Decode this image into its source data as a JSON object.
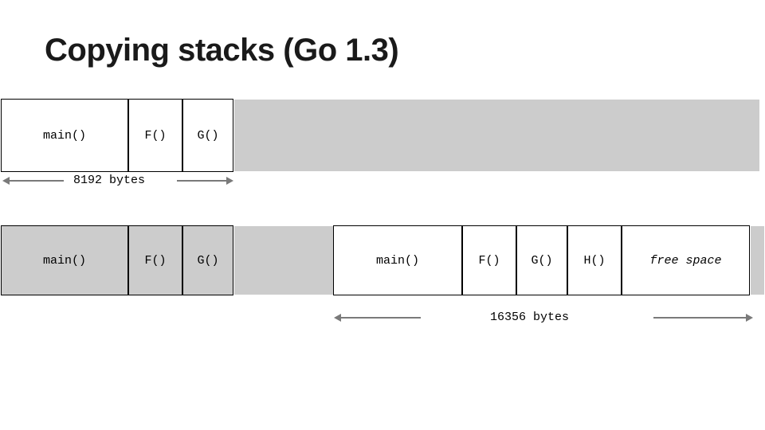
{
  "slide": {
    "title": "Copying stacks (Go 1.3)",
    "background_color": "#ffffff",
    "gray_color": "#cccccc",
    "border_color": "#000000",
    "arrow_color": "#7a7a7a"
  },
  "diagrams": [
    {
      "id": "old-stack",
      "segments": [
        {
          "label": "main()",
          "fill": "white",
          "bordered": true,
          "italic": false
        },
        {
          "label": "F()",
          "fill": "white",
          "bordered": true,
          "italic": false
        },
        {
          "label": "G()",
          "fill": "white",
          "bordered": true,
          "italic": false
        },
        {
          "label": "",
          "fill": "gray",
          "bordered": false,
          "italic": false
        }
      ],
      "annotation": {
        "label": "8192 bytes",
        "left_arrow": true,
        "right_arrow": true
      }
    },
    {
      "id": "new-stack",
      "segments": [
        {
          "label": "main()",
          "fill": "gray",
          "bordered": true,
          "italic": false
        },
        {
          "label": "F()",
          "fill": "gray",
          "bordered": true,
          "italic": false
        },
        {
          "label": "G()",
          "fill": "gray",
          "bordered": true,
          "italic": false
        },
        {
          "label": "",
          "fill": "gray",
          "bordered": false,
          "italic": false
        },
        {
          "label": "",
          "fill": "gray",
          "bordered": false,
          "italic": false
        },
        {
          "label": "main()",
          "fill": "white",
          "bordered": true,
          "italic": false
        },
        {
          "label": "F()",
          "fill": "white",
          "bordered": true,
          "italic": false
        },
        {
          "label": "G()",
          "fill": "white",
          "bordered": true,
          "italic": false
        },
        {
          "label": "H()",
          "fill": "white",
          "bordered": true,
          "italic": false
        },
        {
          "label": "free space",
          "fill": "white",
          "bordered": true,
          "italic": true
        },
        {
          "label": "",
          "fill": "gray",
          "bordered": false,
          "italic": false
        }
      ],
      "annotation": {
        "label": "16356 bytes",
        "left_arrow": true,
        "right_arrow": true
      }
    }
  ]
}
